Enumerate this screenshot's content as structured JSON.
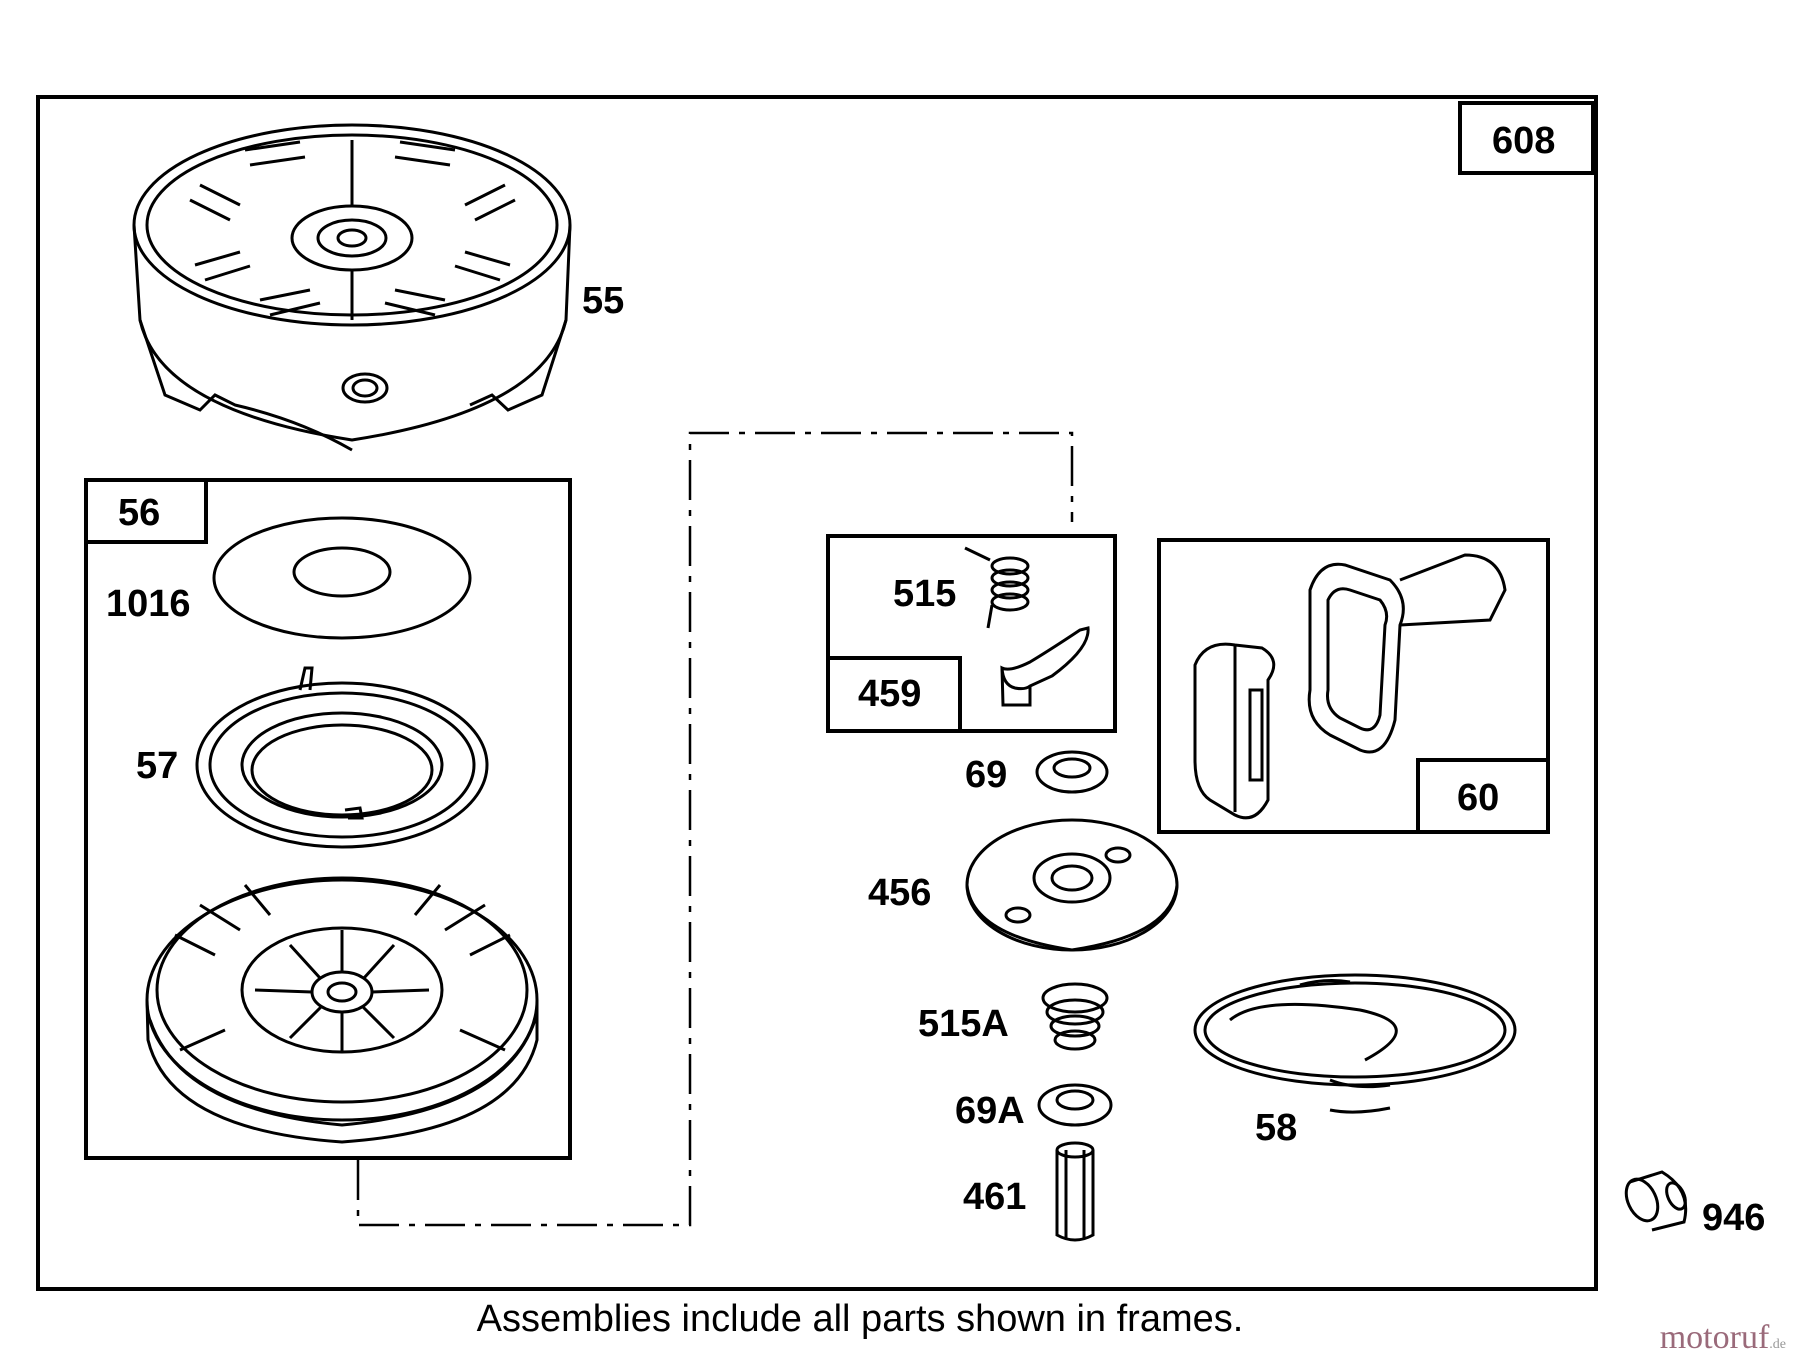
{
  "frames": {
    "outer": "608",
    "starter_pulley": "56",
    "pawl_kit": "459",
    "handle": "60"
  },
  "labels": {
    "housing": "55",
    "washer_top": "1016",
    "spring": "57",
    "pawl_spring": "515",
    "washer_69": "69",
    "cup_456": "456",
    "spring_515a": "515A",
    "washer_69a": "69A",
    "pin_461": "461",
    "rope": "58",
    "bushing": "946"
  },
  "caption": "Assemblies include all parts shown in frames.",
  "watermark": {
    "brand": "motoruf",
    "tld": ".de"
  }
}
